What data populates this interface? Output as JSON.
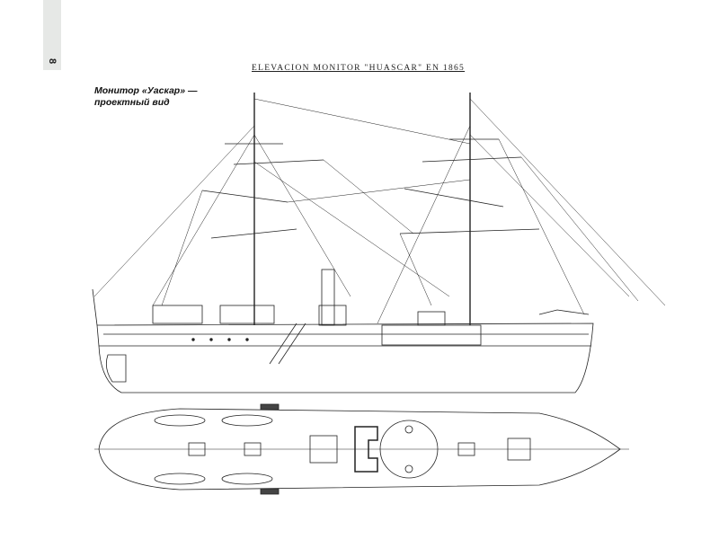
{
  "page": {
    "number": "8"
  },
  "drawing": {
    "title": "ELEVACION MONITOR \"HUASCAR\" EN 1865"
  },
  "caption": {
    "line1": "Монитор «Уаскар» —",
    "line2": "проектный вид"
  }
}
